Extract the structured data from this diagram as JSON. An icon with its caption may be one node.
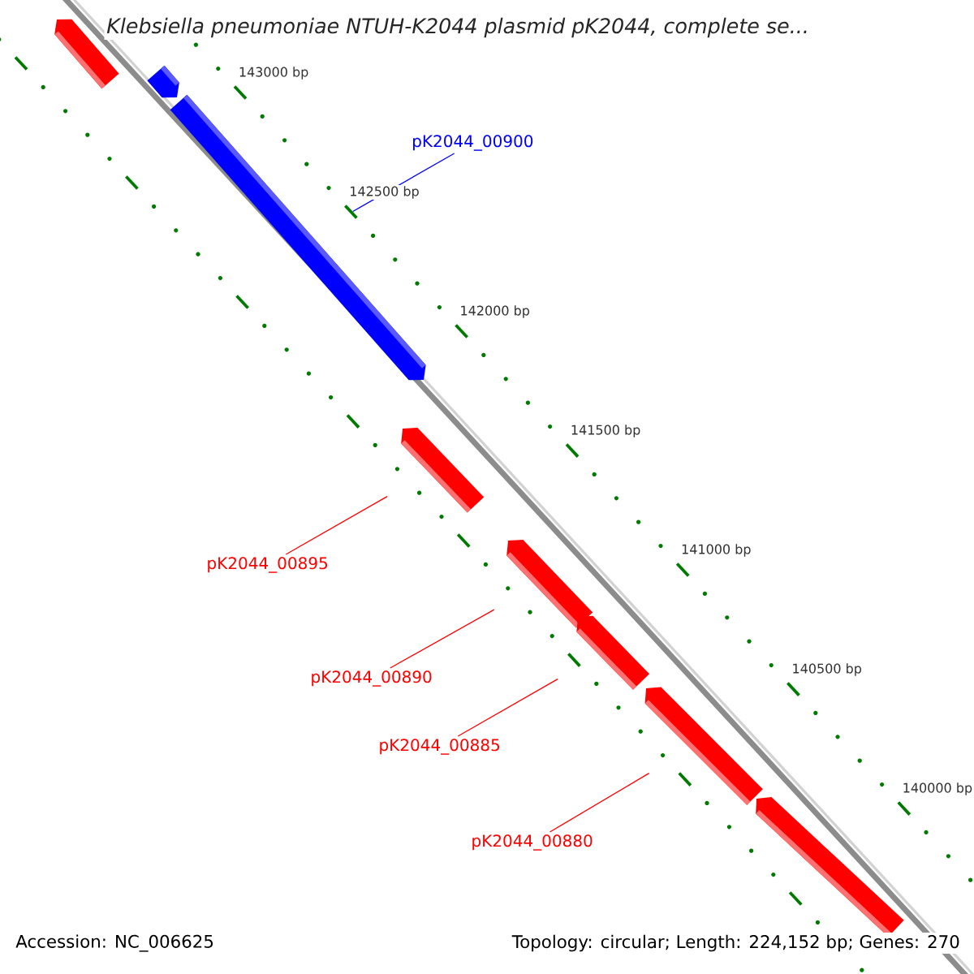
{
  "diagram": {
    "title": "Klebsiella pneumoniae NTUH-K2044 plasmid pK2044, complete se...",
    "nodes": [
      {
        "text": [],
        "shape": "arrow"
      },
      {
        "text": [],
        "shape": "arrow"
      },
      {
        "text": [],
        "shape": "arrow"
      },
      {
        "text": [],
        "shape": "arrow"
      },
      {
        "text": [],
        "shape": "arrow"
      },
      {
        "text": [],
        "shape": "arrow"
      },
      {
        "text": [],
        "shape": "arrow"
      },
      {
        "text": [],
        "shape": "arrow"
      },
      {
        "text": [
          "pK2044_00900"
        ]
      },
      {
        "text": [
          "pK2044_00895"
        ]
      },
      {
        "text": [
          "pK2044_00890"
        ]
      },
      {
        "text": [
          "pK2044_00885"
        ]
      },
      {
        "text": [
          "pK2044_00880"
        ]
      }
    ],
    "edges": [
      {
        "from": 8,
        "to": 2,
        "arrow": "none",
        "color": "#0000ff"
      },
      {
        "from": 9,
        "to": 3,
        "arrow": "none"
      },
      {
        "from": 10,
        "to": 4,
        "arrow": "none"
      },
      {
        "from": 11,
        "to": 5,
        "arrow": "none"
      },
      {
        "from": 12,
        "to": 6,
        "arrow": "none"
      }
    ],
    "labels": [
      "143000 bp",
      "142500 bp",
      "142000 bp",
      "141500 bp",
      "141000 bp",
      "140500 bp",
      "140000 bp",
      "Accession: NC_006625",
      "Topology: circular; Length: 224,152 bp; Genes: 270"
    ]
  }
}
